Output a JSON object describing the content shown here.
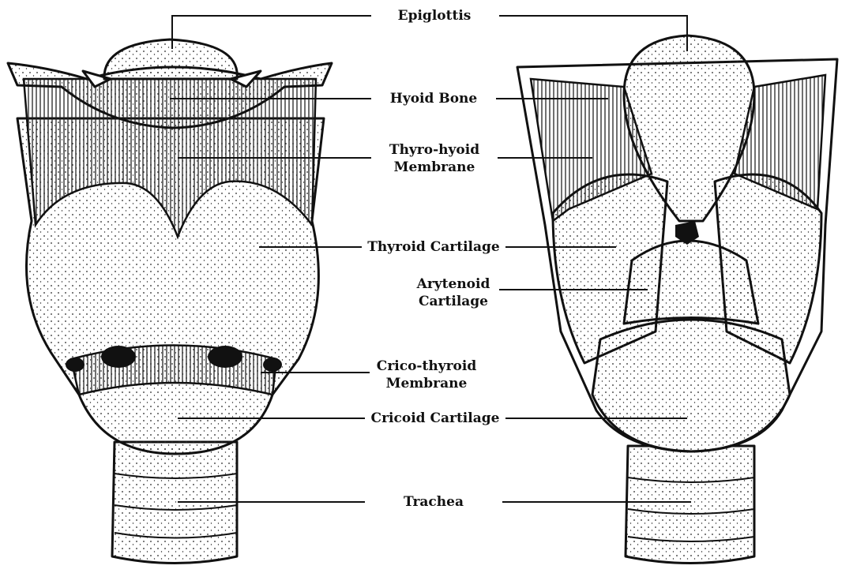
{
  "labels": {
    "epiglottis": "Epiglottis",
    "hyoid_bone": "Hyoid Bone",
    "thyro_hyoid_1": "Thyro-hyoid",
    "thyro_hyoid_2": "Membrane",
    "thyroid_cartilage": "Thyroid Cartilage",
    "arytenoid_1": "Arytenoid",
    "arytenoid_2": "Cartilage",
    "crico_thyroid_1": "Crico-thyroid",
    "crico_thyroid_2": "Membrane",
    "cricoid_cartilage": "Cricoid Cartilage",
    "trachea": "Trachea"
  },
  "colors": {
    "ink": "#111111",
    "paper": "#ffffff"
  }
}
